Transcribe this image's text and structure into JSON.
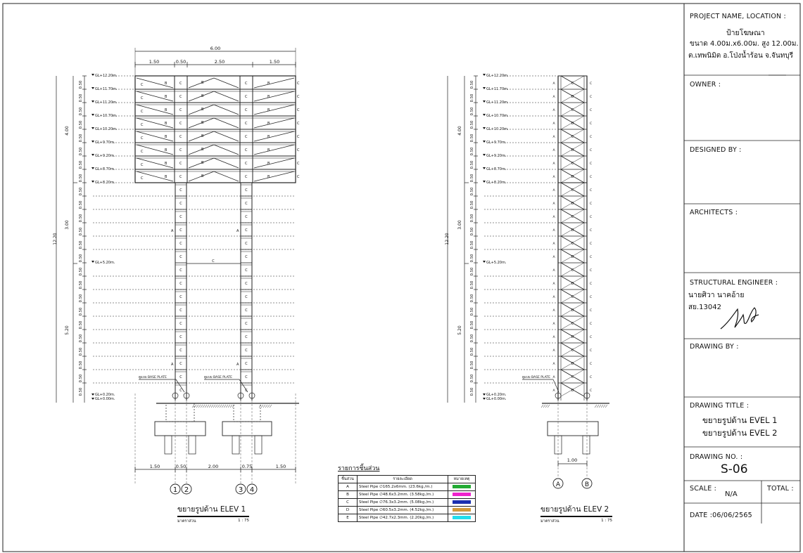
{
  "title_block": {
    "project_label": "PROJECT NAME, LOCATION :",
    "project_name": "ป้ายโฆษณา",
    "project_size": "ขนาด 4.00ม.x6.00ม. สูง 12.00ม.",
    "project_location": "ต.เทพนิมิต อ.โป่งน้ำร้อน จ.จันทบุรี",
    "owner_label": "OWNER :",
    "designed_label": "DESIGNED BY :",
    "architects_label": "ARCHITECTS :",
    "engineer_label": "STRUCTURAL ENGINEER :",
    "engineer_name": "นายศิวา นาคอ้าย",
    "engineer_license": "สย.13042",
    "drawing_by_label": "DRAWING BY :",
    "drawing_title_label": "DRAWING TITLE :",
    "drawing_title_1": "ขยายรูปด้าน EVEL 1",
    "drawing_title_2": "ขยายรูปด้าน EVEL 2",
    "drawing_no_label": "DRAWING NO. :",
    "drawing_no": "S-06",
    "scale_label": "SCALE :",
    "scale_value": "N/A",
    "total_label": "TOTAL :",
    "date": "DATE :06/06/2565"
  },
  "elev1": {
    "caption": "ขยายรูปด้าน ELEV 1",
    "scale_label": "มาตราส่วน",
    "scale": "1 : 75",
    "top_dims": [
      "6.00",
      "1.50",
      "0.50",
      "2.50",
      "1.50"
    ],
    "bottom_dims": [
      "1.50",
      "0.50",
      "2.00",
      "0.75",
      "1.50"
    ],
    "grids": [
      "1",
      "2",
      "3",
      "4"
    ],
    "side_dims": [
      "12.20",
      "4.00",
      "3.00",
      "5.20"
    ],
    "base_plate": "ดูแบบ BASE PLATE"
  },
  "elev2": {
    "caption": "ขยายรูปด้าน ELEV 2",
    "scale_label": "มาตราส่วน",
    "scale": "1 : 75",
    "bottom_dims": [
      "1.00"
    ],
    "grids": [
      "A",
      "B"
    ],
    "base_plate": "ดูแบบ BASE PLATE"
  },
  "levels": [
    "GL+12.20m.",
    "GL+11.70m.",
    "GL+11.20m.",
    "GL+10.70m.",
    "GL+10.20m.",
    "GL+9.70m.",
    "GL+9.20m.",
    "GL+8.70m.",
    "GL+8.20m.",
    "GL+5.20m.",
    "GL+0.20m.",
    "GL+0.00m."
  ],
  "spacing": "0.50",
  "member_marks": [
    "A",
    "B",
    "C",
    "D",
    "E"
  ],
  "legend": {
    "title": "รายการชิ้นส่วน",
    "headers": [
      "ชิ้นส่วน",
      "รายละเอียด",
      "หมายเหตุ"
    ],
    "rows": [
      {
        "id": "A",
        "desc": "Steel Pipe ∅165.2x6mm. (23.6kg./m.)",
        "color": "#22aa33"
      },
      {
        "id": "B",
        "desc": "Steel Pipe ∅48.6x3.2mm. (3.58kg./m.)",
        "color": "#ee22cc"
      },
      {
        "id": "C",
        "desc": "Steel Pipe ∅76.3x3.2mm. (5.08kg./m.)",
        "color": "#1a2fb0"
      },
      {
        "id": "D",
        "desc": "Steel Pipe ∅60.5x3.2mm. (4.52kg./m.)",
        "color": "#d29a3a"
      },
      {
        "id": "E",
        "desc": "Steel Pipe ∅42.7x2.3mm. (2.20kg./m.)",
        "color": "#22ddee"
      }
    ]
  }
}
